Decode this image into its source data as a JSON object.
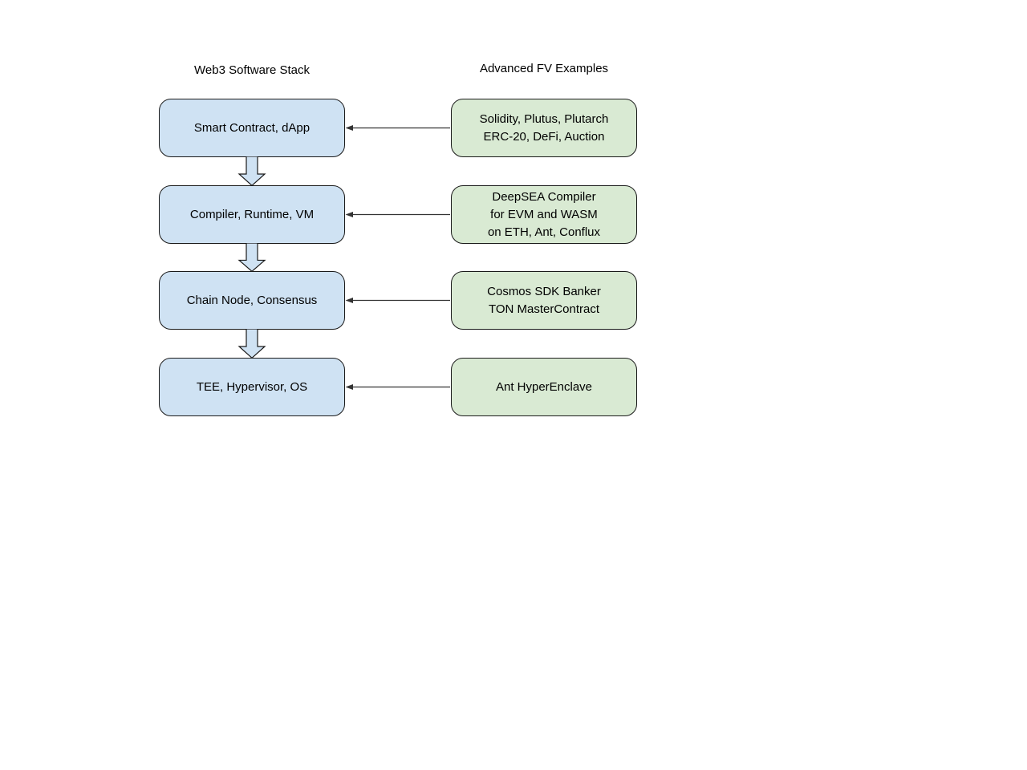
{
  "diagram": {
    "left_column_title": "Web3 Software Stack",
    "right_column_title": "Advanced FV Examples",
    "rows": [
      {
        "stack": "Smart Contract, dApp",
        "example": "Solidity, Plutus, Plutarch\nERC-20, DeFi, Auction"
      },
      {
        "stack": "Compiler, Runtime, VM",
        "example": "DeepSEA Compiler\nfor EVM and WASM\non ETH, Ant, Conflux"
      },
      {
        "stack": "Chain Node, Consensus",
        "example": "Cosmos SDK Banker\nTON MasterContract"
      },
      {
        "stack": "TEE, Hypervisor, OS",
        "example": "Ant HyperEnclave"
      }
    ]
  },
  "colors": {
    "stack_fill": "#cfe2f3",
    "example_fill": "#d9ead3",
    "node_border": "#1a1a1a",
    "connector": "#333333",
    "text": "#000000",
    "background": "#ffffff"
  }
}
